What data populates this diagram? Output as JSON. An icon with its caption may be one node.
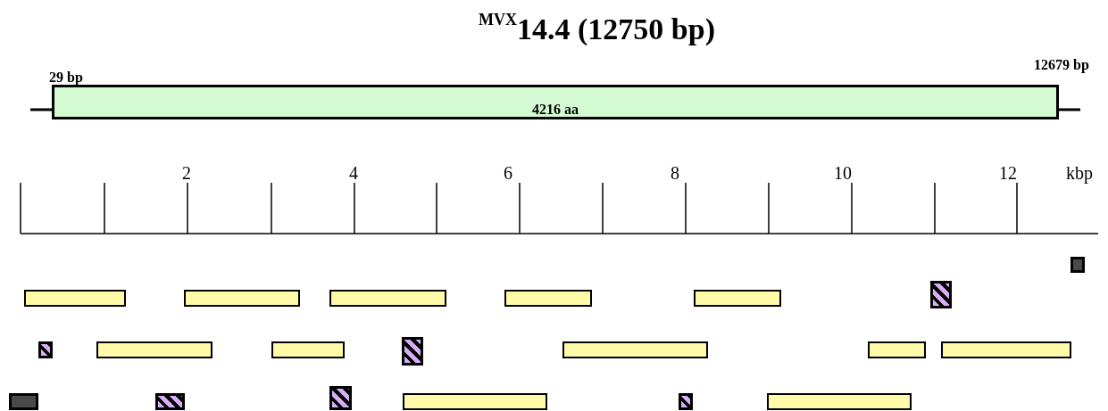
{
  "diagram": {
    "title": "$^{MVX}$14.4 (12750 bp)",
    "nodes": [
      {
        "text": [
          "4216 aa"
        ]
      },
      {
        "text": [],
        "shape": "box"
      },
      {
        "text": [],
        "shape": "bar"
      },
      {
        "text": [],
        "shape": "bar"
      },
      {
        "text": [],
        "shape": "bar"
      },
      {
        "text": [],
        "shape": "bar"
      },
      {
        "text": [],
        "shape": "bar"
      },
      {
        "text": [],
        "shape": "box"
      },
      {
        "text": [],
        "shape": "box"
      },
      {
        "text": [],
        "shape": "bar"
      },
      {
        "text": [],
        "shape": "bar"
      },
      {
        "text": [],
        "shape": "box"
      },
      {
        "text": [],
        "shape": "bar"
      },
      {
        "text": [],
        "shape": "bar"
      },
      {
        "text": [],
        "shape": "bar"
      },
      {
        "text": [],
        "shape": "box"
      },
      {
        "text": [],
        "shape": "box"
      },
      {
        "text": [],
        "shape": "box"
      },
      {
        "text": [],
        "shape": "bar"
      },
      {
        "text": [],
        "shape": "box"
      },
      {
        "text": [],
        "shape": "bar"
      }
    ],
    "labels": [
      "29 bp",
      "12679 bp",
      "2",
      "4",
      "6",
      "8",
      "10",
      "12",
      "kbp"
    ]
  }
}
